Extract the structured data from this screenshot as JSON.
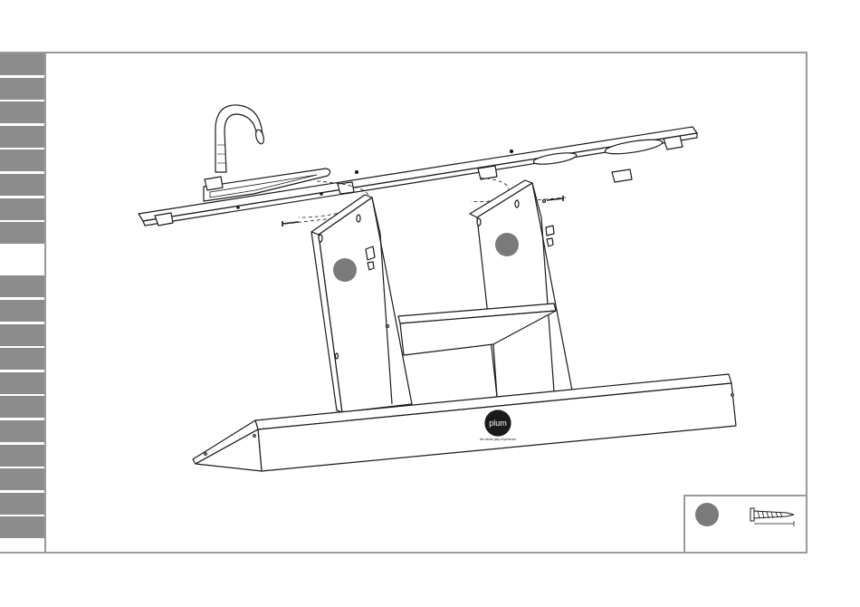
{
  "steps": {
    "count": 20,
    "active_index": 8
  },
  "drawing": {
    "logo_text": "plum",
    "logo_tagline": "the whole play experience"
  },
  "parts": {
    "items": [
      {
        "marker": "",
        "icon": "screw-icon"
      }
    ]
  },
  "colors": {
    "tab_fill": "#8c8c8c",
    "marker_fill": "#7a7a7a",
    "frame": "#9a9a9a",
    "line": "#1a1a1a"
  }
}
